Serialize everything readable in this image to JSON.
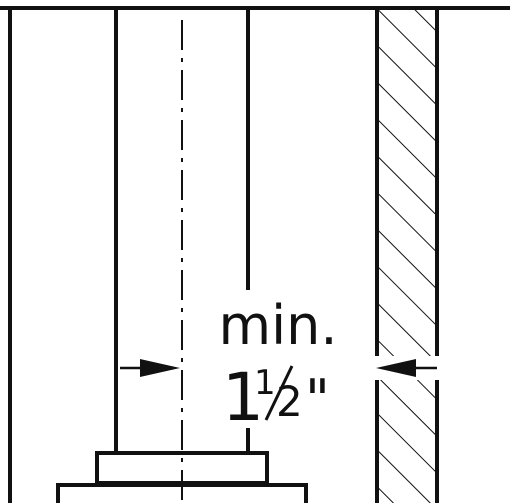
{
  "dimension": {
    "prefix": "min.",
    "whole": "1",
    "numerator": "1",
    "denominator": "2",
    "unit": "\""
  },
  "colors": {
    "line": "#111111",
    "background": "#ffffff"
  }
}
